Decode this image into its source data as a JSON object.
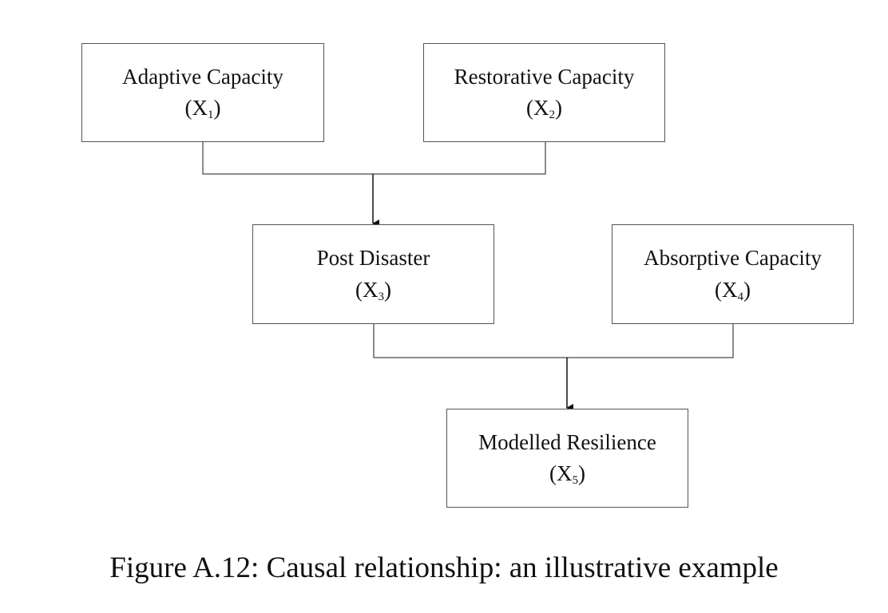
{
  "diagram": {
    "nodes": {
      "x1": {
        "label": "Adaptive Capacity",
        "symbol": "X",
        "index": "1"
      },
      "x2": {
        "label": "Restorative Capacity",
        "symbol": "X",
        "index": "2"
      },
      "x3": {
        "label": "Post Disaster",
        "symbol": "X",
        "index": "3"
      },
      "x4": {
        "label": "Absorptive Capacity",
        "symbol": "X",
        "index": "4"
      },
      "x5": {
        "label": "Modelled Resilience",
        "symbol": "X",
        "index": "5"
      }
    },
    "edges": [
      {
        "from": [
          "x1",
          "x2"
        ],
        "to": "x3"
      },
      {
        "from": [
          "x3",
          "x4"
        ],
        "to": "x5"
      }
    ]
  },
  "caption": "Figure A.12: Causal relationship: an illustrative example"
}
